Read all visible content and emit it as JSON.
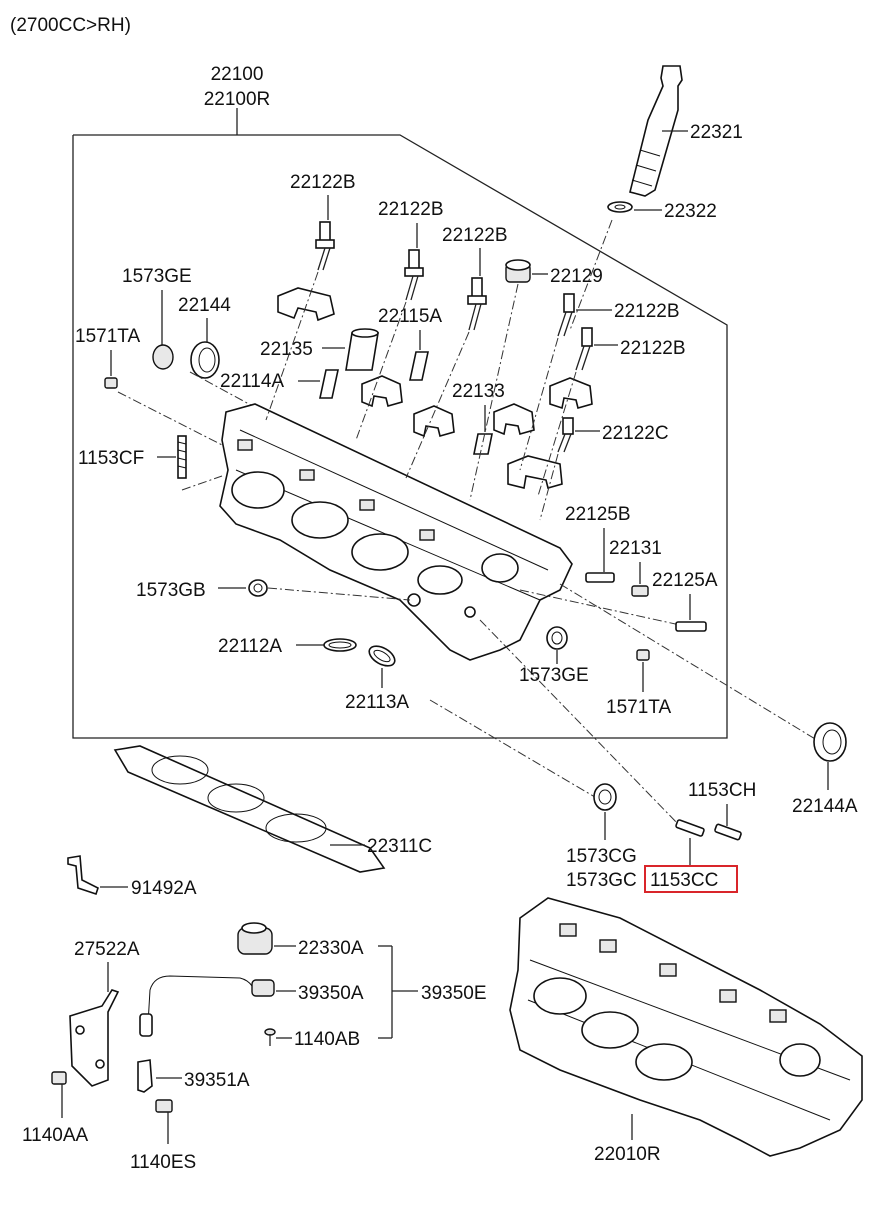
{
  "header": "(2700CC>RH)",
  "labels": {
    "head_assy_1": "22100",
    "head_assy_2": "22100R",
    "bolt_22321": "22321",
    "washer_22322": "22322",
    "bolt_22122B_1": "22122B",
    "bolt_22122B_2": "22122B",
    "bolt_22122B_3": "22122B",
    "bolt_22122B_4": "22122B",
    "bolt_22122B_5": "22122B",
    "bolt_22122C": "22122C",
    "plug_22129": "22129",
    "plug_1573GE_top": "1573GE",
    "seal_22144_top": "22144",
    "nut_1571TA_top": "1571TA",
    "pin_22115A": "22115A",
    "pin_22135": "22135",
    "pin_22114A": "22114A",
    "pin_22133": "22133",
    "stud_1153CF": "1153CF",
    "stud_22125B": "22125B",
    "plug_22131": "22131",
    "stud_22125A": "22125A",
    "plug_1573GB": "1573GB",
    "ring_22112A": "22112A",
    "ring_22113A": "22113A",
    "plug_1573GE_bottom": "1573GE",
    "nut_1571TA_bottom": "1571TA",
    "seal_22144A": "22144A",
    "stud_1153CH": "1153CH",
    "gasket_22311C": "22311C",
    "plug_1573CG": "1573CG",
    "plug_1573GC": "1573GC",
    "stud_1153CC": "1153CC",
    "bracket_91492A": "91492A",
    "bracket_27522A": "27522A",
    "sensor_22330A": "22330A",
    "sensor_39350A": "39350A",
    "sensor_assy_39350E": "39350E",
    "screw_1140AB": "1140AB",
    "clip_39351A": "39351A",
    "bolt_1140AA": "1140AA",
    "bolt_1140ES": "1140ES",
    "bare_head_22010R": "22010R"
  },
  "highlight": {
    "label": "1153CC",
    "color": "#d9252a"
  }
}
